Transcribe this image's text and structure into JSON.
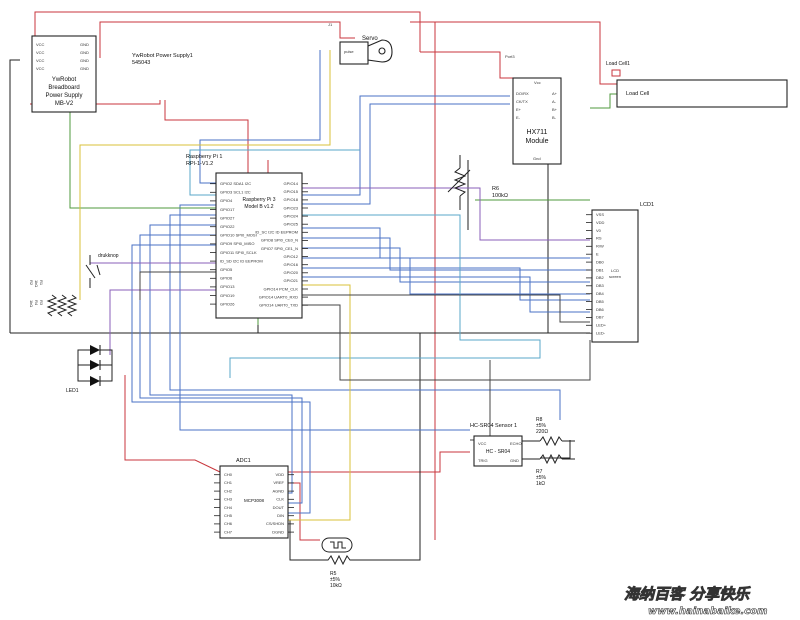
{
  "power_supply": {
    "title_line1": "YwRobot",
    "title_line2": "Breadboard",
    "title_line3": "Power Supply",
    "title_line4": "MB-V2",
    "label_line1": "YwRobot Power Supply1",
    "label_line2": "545043",
    "left_pins": [
      "VCC",
      "VCC",
      "VCC",
      "VCC"
    ],
    "right_pins": [
      "GND",
      "GND",
      "GND",
      "GND"
    ]
  },
  "servo": {
    "title": "Servo",
    "pin": "pulse",
    "ref": "J1"
  },
  "hx711": {
    "port": "Port3",
    "title_line1": "HX711",
    "title_line2": "Module",
    "vcc": "Vcc",
    "gnd": "Gnd",
    "left_pins": [
      "DO/RX",
      "CK/TX",
      "E+",
      "E-"
    ],
    "right_pins": [
      "A+",
      "A-",
      "B+",
      "B-"
    ]
  },
  "load_cell": {
    "ref": "Load Cell1",
    "label": "Load Cell"
  },
  "rpi": {
    "ref": "Raspberry Pi 1",
    "model": "RPI-1-V1.2",
    "body_line1": "Raspberry Pi 3",
    "body_line2": "Model B v1.2",
    "left_pins": [
      "GPIO2 SDA1 I2C",
      "GPIO3 SCL1 I2C",
      "GPIO4",
      "GPIO17",
      "GPIO27",
      "GPIO22",
      "GPIO10 SPI0_MOSI",
      "GPIO9 SPI0_MISO",
      "GPIO11 SPI0_SCLK",
      "ID_SD I2C ID EEPROM",
      "GPIO5",
      "GPIO6",
      "GPIO13",
      "GPIO19",
      "GPIO26"
    ],
    "right_pins": [
      "GPIO14",
      "GPIO15",
      "GPIO18",
      "GPIO23",
      "GPIO24",
      "GPIO25",
      "ID_SC I2C ID EEPROM",
      "GPIO8 SPI0_CE0_N",
      "GPIO7 SPI0_CE1_N",
      "GPIO12",
      "GPIO16",
      "GPIO20",
      "GPIO21",
      "GPIO14 PCM_CLK",
      "GPIO14 UART0_RXD",
      "GPIO14 UART0_TXD"
    ]
  },
  "r6": {
    "ref": "R6",
    "value": "100kΩ"
  },
  "lcd": {
    "ref": "LCD1",
    "body_line1": "LCD",
    "body_line2": "screen",
    "pins": [
      "VSS",
      "VDD",
      "V0",
      "RS",
      "R/W",
      "E",
      "DB0",
      "DB1",
      "DB2",
      "DB3",
      "DB4",
      "DB5",
      "DB6",
      "DB7",
      "LED+",
      "LED-"
    ]
  },
  "button": {
    "label": "drukknop"
  },
  "resistors_left": {
    "r1": "R1",
    "r2": "R2",
    "r3": "R3",
    "r4": "R4",
    "value": "1kΩ"
  },
  "led": {
    "ref": "LED1"
  },
  "sensor": {
    "title": "HC-SR04 Sensor 1",
    "body": "HC - SR04",
    "pins": [
      "VCC",
      "TRIG",
      "ECHO",
      "GND"
    ]
  },
  "r8": {
    "ref": "R8",
    "tol": "±5%",
    "value": "220Ω"
  },
  "r7": {
    "ref": "R7",
    "tol": "±5%",
    "value": "1kΩ"
  },
  "adc": {
    "ref": "ADC1",
    "body": "MCP3008",
    "left_pins": [
      "CH0",
      "CH1",
      "CH2",
      "CH3",
      "CH4",
      "CH5",
      "CH6",
      "CH7"
    ],
    "right_pins": [
      "VDD",
      "VREF",
      "AGND",
      "CLK",
      "DOUT",
      "DIN",
      "CS/SHDN",
      "DGND"
    ]
  },
  "r5": {
    "ref": "R5",
    "tol": "±5%",
    "value": "10kΩ"
  },
  "watermark": {
    "cn": "海纳百客 分享快乐",
    "url": "www.hainabaike.com"
  },
  "colors": {
    "red": "#c8363c",
    "blue": "#4a72c4",
    "green": "#4f9a3c",
    "purple": "#8a5fb8",
    "yellow": "#d8c03a",
    "black": "#222222",
    "cyan": "#5aa7c8",
    "gray": "#666666"
  }
}
